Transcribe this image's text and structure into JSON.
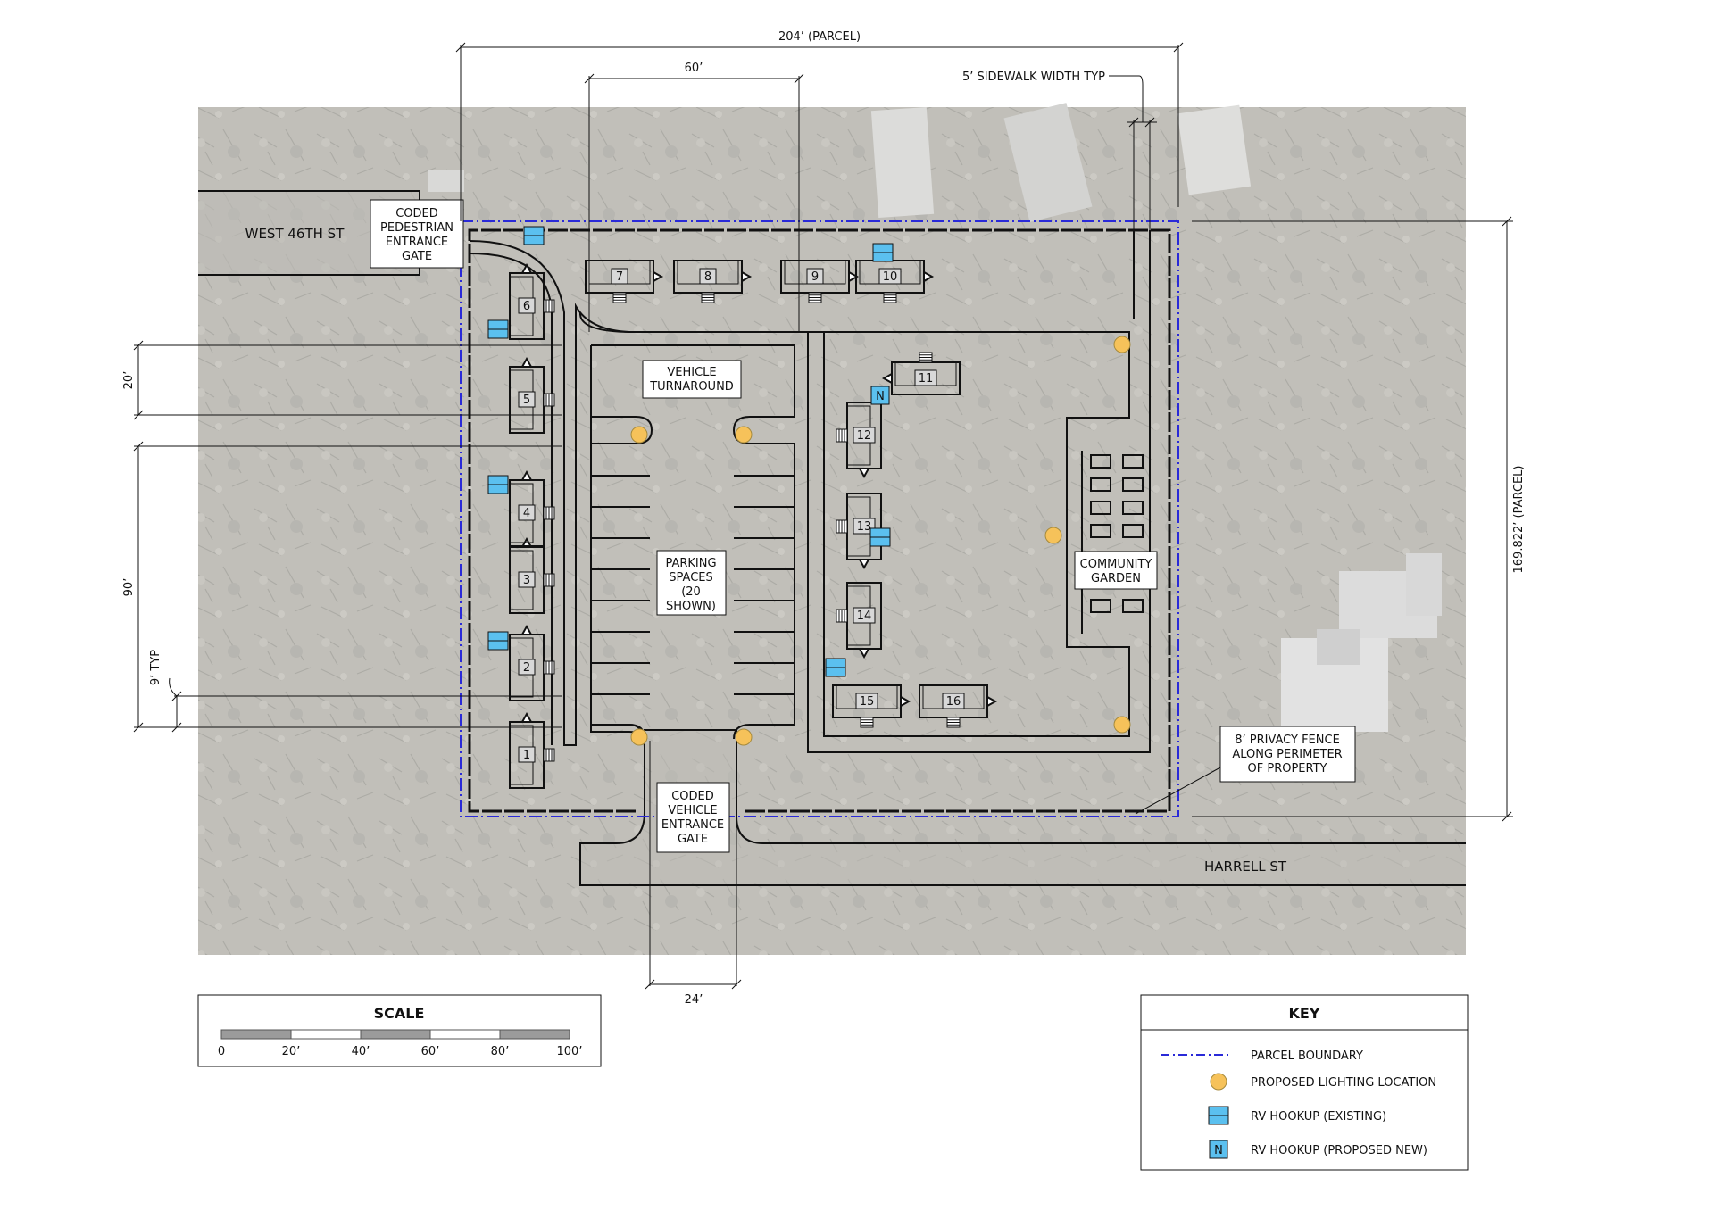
{
  "dimensions": {
    "parcel_width": "204’ (PARCEL)",
    "spacing_60": "60’",
    "sidewalk": "5’ SIDEWALK WIDTH TYP",
    "parcel_depth": "169.822’ (PARCEL)",
    "spacing_20": "20’",
    "spacing_90": "90’",
    "spacing_9": "9’ TYP",
    "gate_24": "24’"
  },
  "streets": {
    "west": "WEST 46TH ST",
    "south": "HARRELL ST"
  },
  "callouts": {
    "ped_gate": [
      "CODED",
      "PEDESTRIAN",
      "ENTRANCE",
      "GATE"
    ],
    "turnaround": [
      "VEHICLE",
      "TURNAROUND"
    ],
    "parking": [
      "PARKING",
      "SPACES",
      "(20",
      "SHOWN)"
    ],
    "garden": [
      "COMMUNITY",
      "GARDEN"
    ],
    "vehicle_gate": [
      "CODED",
      "VEHICLE",
      "ENTRANCE",
      "GATE"
    ],
    "fence": [
      "8’ PRIVACY FENCE",
      "ALONG PERIMETER",
      "OF PROPERTY"
    ]
  },
  "rv_sites": [
    "1",
    "2",
    "3",
    "4",
    "5",
    "6",
    "7",
    "8",
    "9",
    "10",
    "11",
    "12",
    "13",
    "14",
    "15",
    "16"
  ],
  "proposed_marker": "N",
  "scale": {
    "title": "SCALE",
    "labels": [
      "0",
      "20’",
      "40’",
      "60’",
      "80’",
      "100’"
    ]
  },
  "key": {
    "title": "KEY",
    "items": [
      {
        "label": "PARCEL BOUNDARY"
      },
      {
        "label": "PROPOSED LIGHTING LOCATION"
      },
      {
        "label": "RV HOOKUP (EXISTING)"
      },
      {
        "label": "RV HOOKUP (PROPOSED NEW)"
      }
    ]
  },
  "colors": {
    "parcel_boundary": "#2a2ad8",
    "lighting": "#f6c25a",
    "hookup": "#5bc0ef",
    "aerial": "#a9a7a0"
  }
}
